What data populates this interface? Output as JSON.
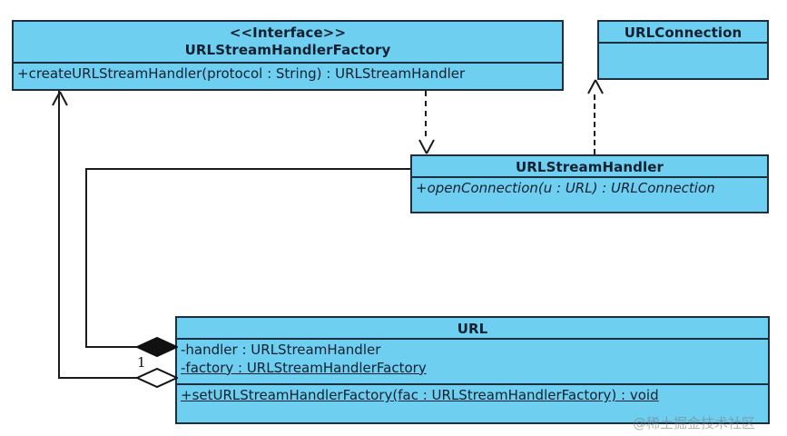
{
  "diagram": {
    "title": "URL / URLStreamHandlerFactory UML class diagram",
    "type": "uml-class-diagram",
    "colors": {
      "class_fill": "#6ECFF0",
      "class_border": "#1b2f40",
      "connector": "#1b1b1b",
      "text": "#102030",
      "background": "#ffffff"
    },
    "classes": [
      {
        "id": "urlstreamhandlerfactory",
        "stereotype": "<<Interface>>",
        "name": "URLStreamHandlerFactory",
        "attributes": [],
        "operations": [
          {
            "text": "+createURLStreamHandler(protocol : String) : URLStreamHandler",
            "italic": false,
            "static": false
          }
        ]
      },
      {
        "id": "urlconnection",
        "stereotype": "",
        "name": "URLConnection",
        "attributes": [],
        "operations": []
      },
      {
        "id": "urlstreamhandler",
        "stereotype": "",
        "name": "URLStreamHandler",
        "attributes": [],
        "operations": [
          {
            "text": "+openConnection(u : URL) : URLConnection",
            "italic": true,
            "static": false
          }
        ]
      },
      {
        "id": "url",
        "stereotype": "",
        "name": "URL",
        "attributes": [
          {
            "text": "-handler : URLStreamHandler",
            "italic": false,
            "static": false
          },
          {
            "text": "-factory : URLStreamHandlerFactory",
            "italic": false,
            "static": true
          }
        ],
        "operations": [
          {
            "text": "+setURLStreamHandlerFactory(fac : URLStreamHandlerFactory) : void",
            "italic": false,
            "static": true
          }
        ]
      }
    ],
    "relationships": [
      {
        "id": "rel-url-implements-factory",
        "kind": "generalization-solid-open-arrow",
        "from": "url",
        "to": "urlstreamhandlerfactory",
        "label": ""
      },
      {
        "id": "rel-handler-realizes-factory",
        "kind": "dependency-dashed-open-arrow",
        "from": "urlstreamhandlerfactory",
        "to": "urlstreamhandler",
        "label": ""
      },
      {
        "id": "rel-handler-uses-connection",
        "kind": "dependency-dashed-open-arrow",
        "from": "urlstreamhandler",
        "to": "urlconnection",
        "label": ""
      },
      {
        "id": "rel-url-composes-handler",
        "kind": "composition-filled-diamond",
        "from": "url",
        "to": "urlstreamhandler",
        "label": "1"
      },
      {
        "id": "rel-url-aggregates-factory",
        "kind": "aggregation-hollow-diamond",
        "from": "url",
        "to": "urlstreamhandlerfactory",
        "label": ""
      }
    ],
    "multiplicity_label": "1"
  },
  "watermark": {
    "text": "@稀土掘金技术社区"
  }
}
